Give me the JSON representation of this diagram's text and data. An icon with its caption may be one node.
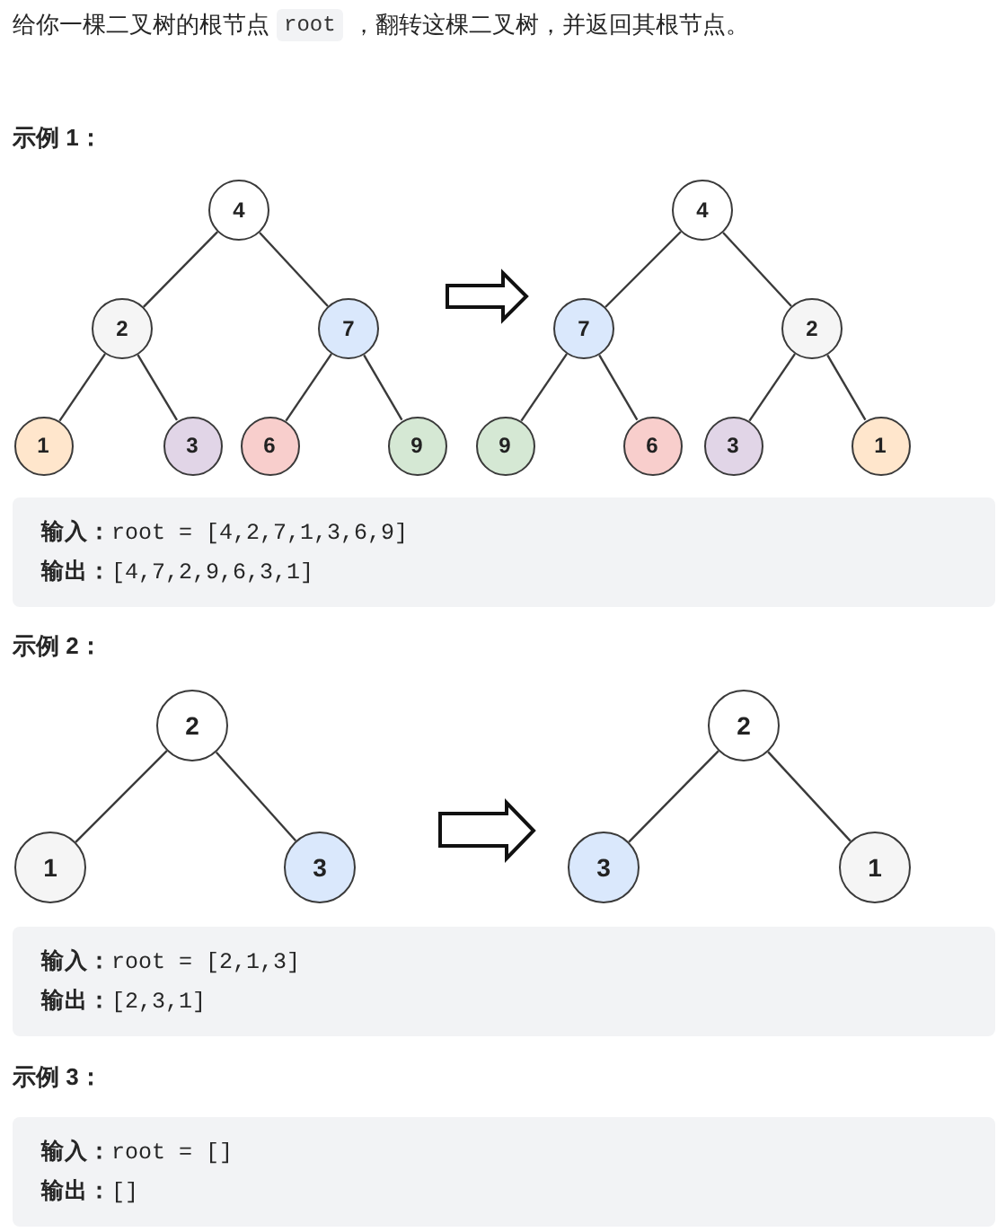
{
  "diagram": {
    "nodes": [
      {
        "text": [
          "4"
        ]
      },
      {
        "text": [
          "2"
        ]
      },
      {
        "text": [
          "7"
        ]
      },
      {
        "text": [
          "1"
        ]
      },
      {
        "text": [
          "3"
        ]
      },
      {
        "text": [
          "6"
        ]
      },
      {
        "text": [
          "9"
        ]
      },
      {
        "text": [
          "4"
        ]
      },
      {
        "text": [
          "7"
        ]
      },
      {
        "text": [
          "2"
        ]
      },
      {
        "text": [
          "9"
        ]
      },
      {
        "text": [
          "6"
        ]
      },
      {
        "text": [
          "3"
        ]
      },
      {
        "text": [
          "1"
        ]
      },
      {
        "text": [
          "2"
        ]
      },
      {
        "text": [
          "1"
        ]
      },
      {
        "text": [
          "3"
        ]
      },
      {
        "text": [
          "2"
        ]
      },
      {
        "text": [
          "3"
        ]
      },
      {
        "text": [
          "1"
        ]
      }
    ],
    "edges": [
      {
        "from": 0,
        "to": 1,
        "arrow": "none"
      },
      {
        "from": 0,
        "to": 2,
        "arrow": "none"
      },
      {
        "from": 1,
        "to": 3,
        "arrow": "none"
      },
      {
        "from": 1,
        "to": 4,
        "arrow": "none"
      },
      {
        "from": 2,
        "to": 5,
        "arrow": "none"
      },
      {
        "from": 2,
        "to": 6,
        "arrow": "none"
      },
      {
        "from": 7,
        "to": 8,
        "arrow": "none"
      },
      {
        "from": 7,
        "to": 9,
        "arrow": "none"
      },
      {
        "from": 8,
        "to": 10,
        "arrow": "none"
      },
      {
        "from": 8,
        "to": 11,
        "arrow": "none"
      },
      {
        "from": 9,
        "to": 12,
        "arrow": "none"
      },
      {
        "from": 9,
        "to": 13,
        "arrow": "none"
      },
      {
        "from": 14,
        "to": 15,
        "arrow": "none"
      },
      {
        "from": 14,
        "to": 16,
        "arrow": "none"
      },
      {
        "from": 17,
        "to": 18,
        "arrow": "none"
      },
      {
        "from": 17,
        "to": 19,
        "arrow": "none"
      }
    ],
    "labels": [
      "给你一棵二叉树的根节点",
      "root",
      "，翻转这棵二叉树，并返回其根节点。",
      "示例 1：",
      "**输入：**root = [4,2,7,1,3,6,9]",
      "**输出：**[4,7,2,9,6,3,1]",
      "示例 2：",
      "**输入：**root = [2,1,3]",
      "**输出：**[2,3,1]",
      "示例 3：",
      "**输入：**root = []",
      "**输出：**[]"
    ]
  }
}
